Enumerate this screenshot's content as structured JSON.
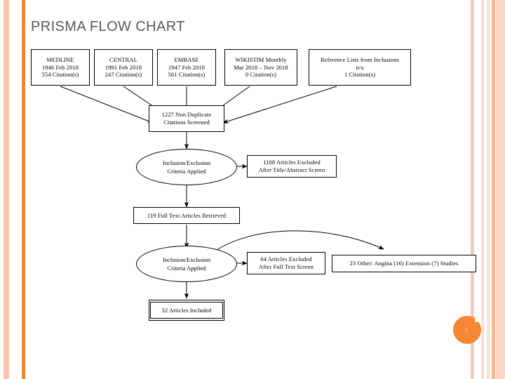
{
  "slide": {
    "title": "PRISMA FLOW CHART",
    "page_number": "5",
    "accent_color": "#ed8733",
    "title_color": "#595959"
  },
  "diagram": {
    "type": "prisma-flow-chart",
    "sources": [
      {
        "name": "MEDLINE",
        "range": "1946 Feb 2018",
        "citations": "554 Citation(s)"
      },
      {
        "name": "CENTRAL",
        "range": "1991 Feb 2018",
        "citations": "247 Citation(s)"
      },
      {
        "name": "EMBASE",
        "range": "1947 Feb 2018",
        "citations": "561 Citation(s)"
      },
      {
        "name": "WIKISTIM Monthly",
        "range": "Mar 2018 – Nov 2018",
        "citations": "0 Citation(s)"
      },
      {
        "name": "Reference Lists from Inclusions",
        "range": "n/a",
        "citations": "1 Citation(s)"
      }
    ],
    "screened": {
      "line1": "1227 Non Duplicate",
      "line2": "Citations Screened"
    },
    "criteria_1": {
      "line1": "Inclusion/Exclusion",
      "line2": "Criteria Applied"
    },
    "excluded_1": {
      "line1": "1108 Articles Excluded",
      "line2": "After Title/Abstract Screen"
    },
    "retrieved": {
      "line1": "119 Full Text Articles Retrieved"
    },
    "criteria_2": {
      "line1": "Inclusion/Exclusion",
      "line2": "Criteria Applied"
    },
    "excluded_2": {
      "line1": "64 Articles Excluded",
      "line2": "After Full Text Screen"
    },
    "other": {
      "line1": "23 Other: Angina (16) Extension (7) Studies"
    },
    "included": {
      "line1": "32 Articles Included"
    }
  }
}
